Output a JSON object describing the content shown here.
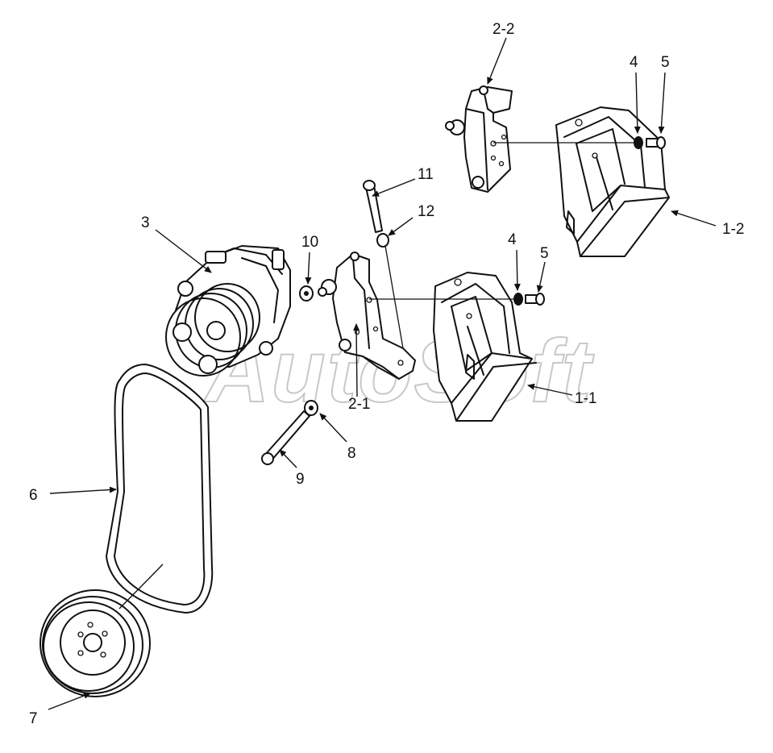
{
  "watermark": "AutoSoft",
  "callouts": {
    "c_1_1": "1-1",
    "c_1_2": "1-2",
    "c_2_1": "2-1",
    "c_2_2": "2-2",
    "c_3": "3",
    "c_4a": "4",
    "c_5a": "5",
    "c_4b": "4",
    "c_5b": "5",
    "c_6": "6",
    "c_7": "7",
    "c_8": "8",
    "c_9": "9",
    "c_10": "10",
    "c_11": "11",
    "c_12": "12"
  }
}
